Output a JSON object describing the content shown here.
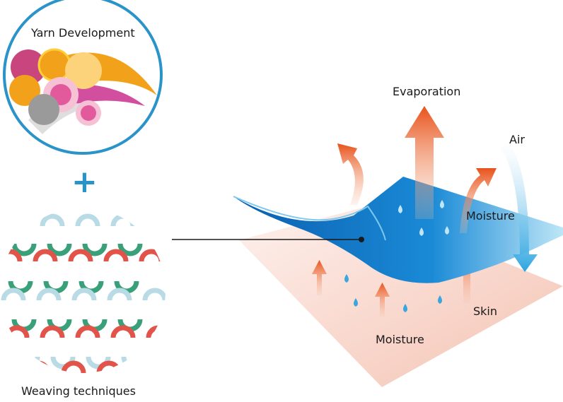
{
  "labels": {
    "yarn_development": "Yarn Development",
    "plus": "+",
    "weaving_techniques": "Weaving techniques",
    "evaporation": "Evaporation",
    "air": "Air",
    "moisture_top": "Moisture",
    "skin": "Skin",
    "moisture_bottom": "Moisture"
  },
  "colors": {
    "circle_border": "#2a93c9",
    "fabric_blue": "#0a6fc2",
    "fabric_light": "#8fd2f0",
    "arrow_orange": "#e85a1c",
    "skin_pink": "#f6c9bd",
    "droplet": "#3aa6dd",
    "weave_red": "#e2544a",
    "weave_green": "#3aa07a",
    "weave_lightblue": "#b8dbe6"
  }
}
